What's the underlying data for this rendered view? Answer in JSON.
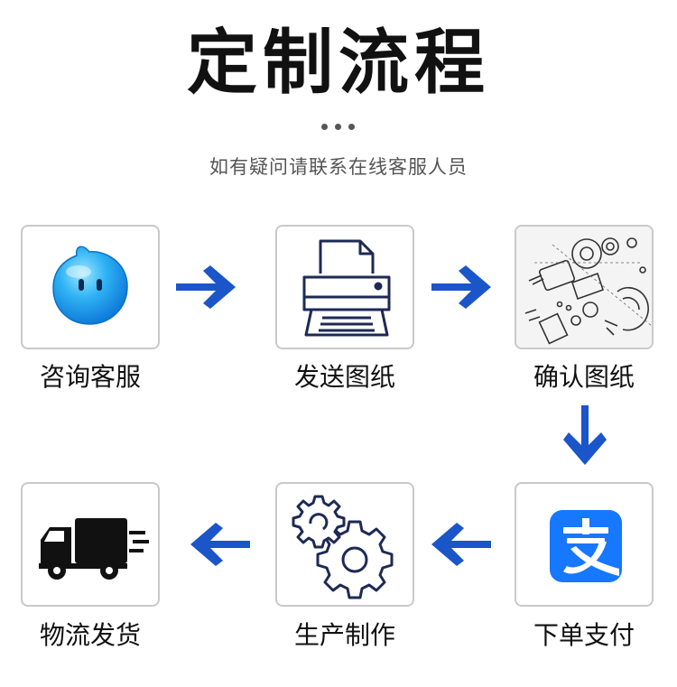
{
  "header": {
    "title": "定制流程",
    "subtitle": "如有疑问请联系在线客服人员"
  },
  "steps": [
    {
      "label": "咨询客服",
      "icon": "chat-bubble-icon"
    },
    {
      "label": "发送图纸",
      "icon": "printer-icon"
    },
    {
      "label": "确认图纸",
      "icon": "mechanical-drawing-icon"
    },
    {
      "label": "下单支付",
      "icon": "alipay-icon"
    },
    {
      "label": "生产制作",
      "icon": "gears-icon"
    },
    {
      "label": "物流发货",
      "icon": "truck-icon"
    }
  ],
  "colors": {
    "arrow": "#1a55c9",
    "alipay": "#1677ff",
    "box_border": "#c9c9c9",
    "title": "#111111"
  }
}
